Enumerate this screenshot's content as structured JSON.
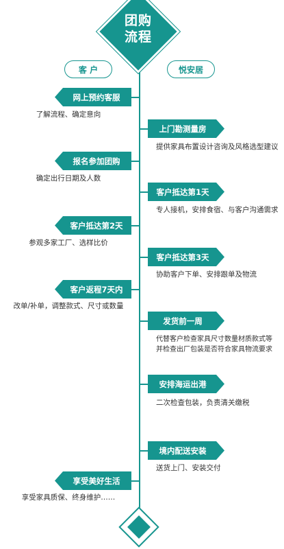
{
  "title": "团购\n流程",
  "headers": {
    "left": "客 户",
    "right": "悦安居"
  },
  "steps": [
    {
      "side": "left",
      "label": "网上预约客服",
      "desc": "了解流程、确定意向"
    },
    {
      "side": "right",
      "label": "上门勘测量房",
      "desc": "提供家具布置设计咨询及风格选型建议"
    },
    {
      "side": "left",
      "label": "报名参加团购",
      "desc": "确定出行日期及人数"
    },
    {
      "side": "right",
      "label": "客户抵达第1天",
      "desc": "专人接机，安排食宿、与客户沟通需求"
    },
    {
      "side": "left",
      "label": "客户抵达第2天",
      "desc": "参观多家工厂、选样比价"
    },
    {
      "side": "right",
      "label": "客户抵达第3天",
      "desc": "协助客户下单、安排跟单及物流"
    },
    {
      "side": "left",
      "label": "客户返程7天内",
      "desc": "改单/补单，调整款式、尺寸或数量"
    },
    {
      "side": "right",
      "label": "发货前一周",
      "desc": "代替客户检查家具尺寸数量材质款式等\n并检查出厂包装是否符合家具物流要求"
    },
    {
      "side": "right",
      "label": "安排海运出港",
      "desc": "二次检查包装，负责清关缴税"
    },
    {
      "side": "right",
      "label": "境内配送安装",
      "desc": "送货上门、安装交付"
    },
    {
      "side": "left",
      "label": "享受美好生活",
      "desc": "享受家具质保、终身维护……"
    }
  ],
  "colors": {
    "accent": "#16958f",
    "text": "#333333",
    "background": "#ffffff"
  }
}
